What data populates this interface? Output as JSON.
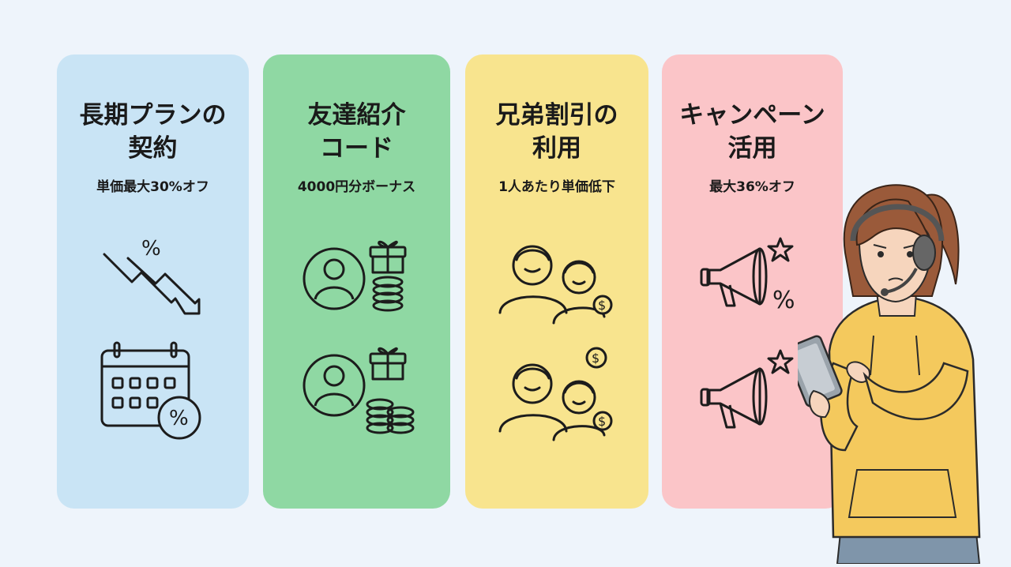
{
  "cards": [
    {
      "title": "長期プランの\n契約",
      "subtitle": "単価最大30%オフ",
      "color": "#c9e4f5",
      "icons": [
        "percent-down-arrow-icon",
        "calendar-percent-icon"
      ]
    },
    {
      "title": "友達紹介\nコード",
      "subtitle": "4000円分ボーナス",
      "color": "#8fd8a3",
      "icons": [
        "user-gift-coins-icon",
        "user-gift-coins-icon"
      ]
    },
    {
      "title": "兄弟割引の\n利用",
      "subtitle": "1人あたり単価低下",
      "color": "#f8e48e",
      "icons": [
        "siblings-coin-icon",
        "siblings-coins-icon"
      ]
    },
    {
      "title": "キャンペーン\n活用",
      "subtitle": "最大36%オフ",
      "color": "#fbc5c8",
      "icons": [
        "megaphone-star-percent-icon",
        "megaphone-star-icon"
      ]
    }
  ],
  "person": {
    "description_icon": "woman-headset-tablet-illustration"
  },
  "colors": {
    "background": "#eef4fb",
    "stroke": "#1c1c1c",
    "hoodie": "#f4c95d",
    "hair": "#9a5a3a"
  }
}
